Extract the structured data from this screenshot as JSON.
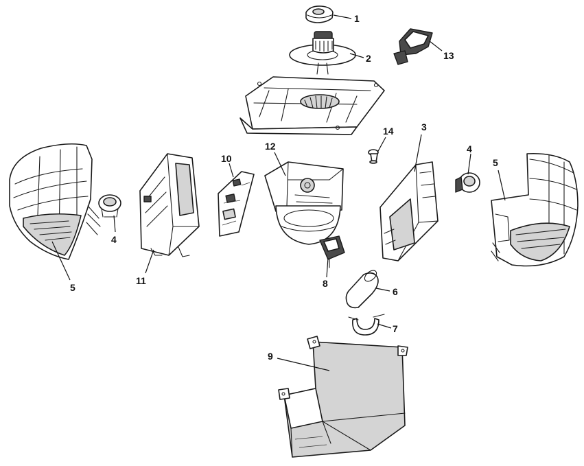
{
  "callouts": [
    {
      "id": "c1",
      "label": "1"
    },
    {
      "id": "c2",
      "label": "2"
    },
    {
      "id": "c13",
      "label": "13"
    },
    {
      "id": "c14",
      "label": "14"
    },
    {
      "id": "c3",
      "label": "3"
    },
    {
      "id": "c4l",
      "label": "4"
    },
    {
      "id": "c4r",
      "label": "4"
    },
    {
      "id": "c5l",
      "label": "5"
    },
    {
      "id": "c5r",
      "label": "5"
    },
    {
      "id": "c10",
      "label": "10"
    },
    {
      "id": "c12",
      "label": "12"
    },
    {
      "id": "c11",
      "label": "11"
    },
    {
      "id": "c8",
      "label": "8"
    },
    {
      "id": "c6",
      "label": "6"
    },
    {
      "id": "c7",
      "label": "7"
    },
    {
      "id": "c9",
      "label": "9"
    }
  ]
}
